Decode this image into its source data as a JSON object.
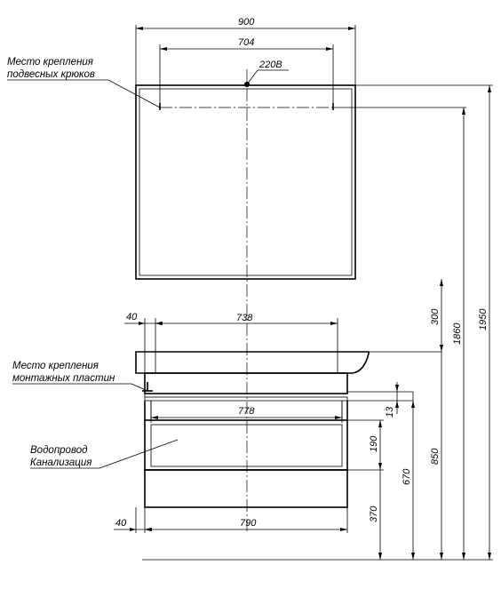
{
  "dimensions": {
    "mirror_width": "900",
    "hook_spacing": "704",
    "socket_voltage": "220В",
    "cabinet_top_width": "738",
    "cabinet_offset_top": "40",
    "drawer_width": "778",
    "gap_13": "13",
    "drawer_height_190": "190",
    "cabinet_bottom_width": "790",
    "cabinet_offset_bottom": "40",
    "height_300": "300",
    "height_1860": "1860",
    "height_1950": "1950",
    "height_850": "850",
    "height_670": "670",
    "height_370": "370"
  },
  "labels": {
    "hooks_line1": "Место крепления",
    "hooks_line2": "подвесных крюков",
    "plates_line1": "Место крепления",
    "plates_line2": "монтажных пластин",
    "pipes_line1": "Водопровод",
    "pipes_line2": "Канализация"
  }
}
